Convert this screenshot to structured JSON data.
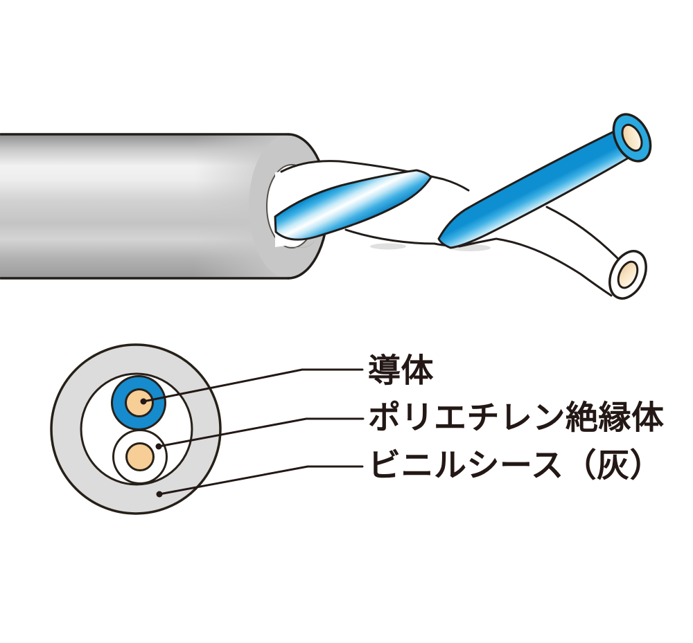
{
  "figure": {
    "legend": [
      {
        "id": "conductor",
        "label": "導体"
      },
      {
        "id": "insulator",
        "label": "ポリエチレン絶縁体"
      },
      {
        "id": "sheath",
        "label": "ビニルシース（灰）"
      }
    ],
    "colors": {
      "insulation_blue": "#2AA9E1",
      "cross_section_blue": "#168BCD",
      "conductor_tan": "#F6CE96",
      "sheath_gray": "#C7C7C7",
      "cross_section_sheath_gray": "#DCDCDC",
      "outline_and_text": "#231815"
    }
  }
}
